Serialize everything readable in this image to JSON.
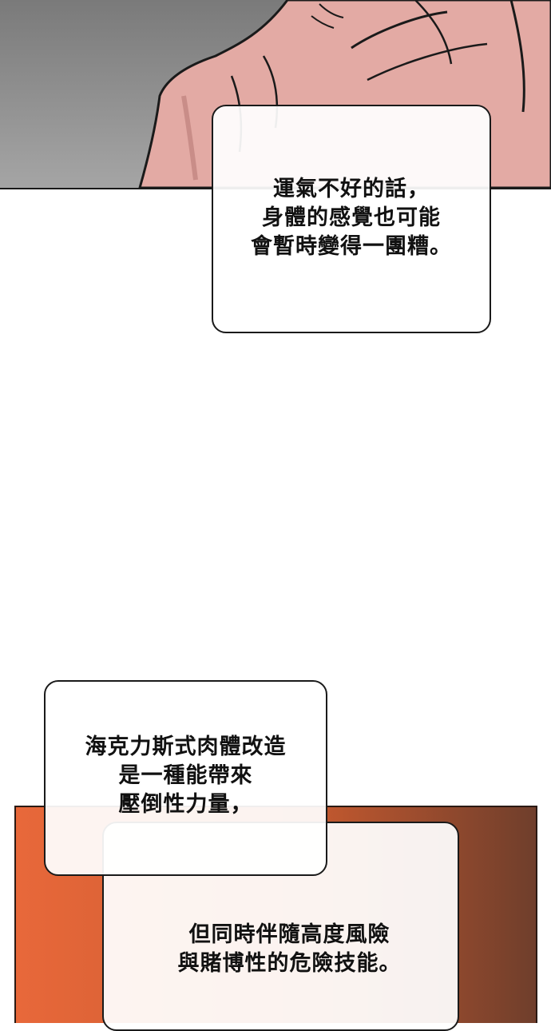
{
  "captions": {
    "top": {
      "lines": [
        "運氣不好的話，",
        "身體的感覺也可能",
        "會暫時變得一團糟。"
      ]
    },
    "middle": {
      "lines": [
        "海克力斯式肉體改造",
        "是一種能帶來",
        "壓倒性力量，"
      ]
    },
    "bottom": {
      "lines": [
        "但同時伴隨高度風險",
        "與賭博性的危險技能。"
      ]
    }
  },
  "colors": {
    "skin": "#e3aaa4",
    "skin_shadow": "#c98d88",
    "ink": "#1a1a1a",
    "gray_bg": "#8f8f8f",
    "orange": "#e8683a",
    "brown": "#6e3e2c"
  }
}
